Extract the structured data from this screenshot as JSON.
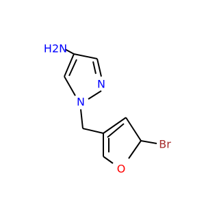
{
  "molecule": {
    "atoms": {
      "amine": {
        "text": "H2N",
        "element": "N",
        "color": "#0000ff"
      },
      "n1": {
        "text": "N",
        "element": "N",
        "color": "#0000ff"
      },
      "n2": {
        "text": "N",
        "element": "N",
        "color": "#0000ff"
      },
      "o": {
        "text": "O",
        "element": "O",
        "color": "#ff0000"
      },
      "br": {
        "text": "Br",
        "element": "Br",
        "color": "#a52a2a"
      }
    },
    "rings": [
      "pyrazole",
      "furan"
    ],
    "bond_color": "#000000"
  }
}
